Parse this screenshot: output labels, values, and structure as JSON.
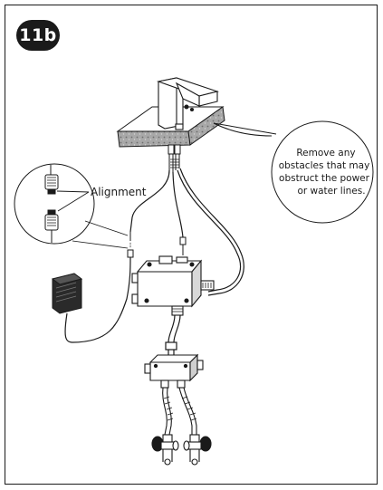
{
  "step": {
    "label": "11b"
  },
  "labels": {
    "alignment": "Alignment",
    "callout_lines": [
      "Remove any",
      "obstacles that may",
      "obstruct the power",
      "or water lines."
    ]
  },
  "colors": {
    "ink": "#1a1a1a",
    "badge": "#1a1a1a",
    "counter_fill": "#9a9a9a"
  }
}
